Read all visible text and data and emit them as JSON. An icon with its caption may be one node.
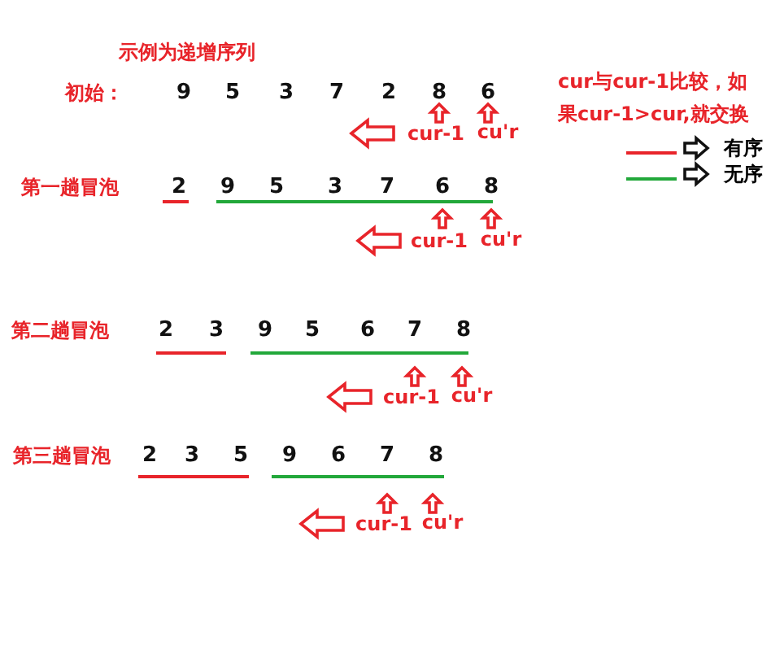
{
  "diagram": {
    "title": "示例为递增序列",
    "labels": [
      "初始：",
      "9",
      "5",
      "3",
      "7",
      "2",
      "8",
      "6",
      "cur与cur-1比较，如果cur-1>cur,就交换",
      "cur-1",
      "cu'r",
      "第一趟冒泡",
      "2",
      "9",
      "5",
      "3",
      "7",
      "6",
      "8",
      "cur-1",
      "cu'r",
      "第二趟冒泡",
      "2",
      "3",
      "9",
      "5",
      "6",
      "7",
      "8",
      "cur-1",
      "cu'r",
      "第三趟冒泡",
      "2",
      "3",
      "5",
      "9",
      "6",
      "7",
      "8",
      "cur-1",
      "cu'r"
    ],
    "legend": [
      {
        "text": "有序",
        "color": "#e8242a"
      },
      {
        "text": "无序",
        "color": "#22a83a"
      }
    ]
  }
}
